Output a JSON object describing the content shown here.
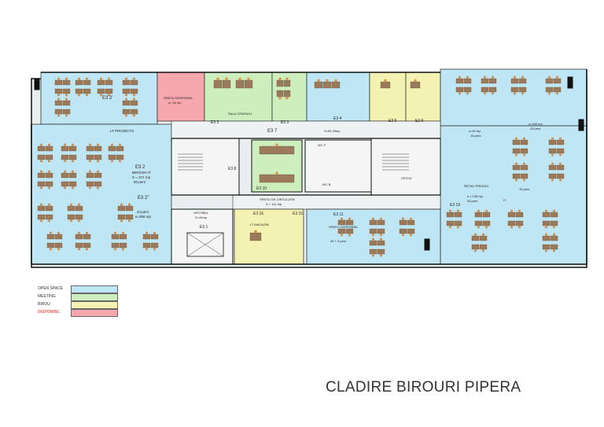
{
  "title": "CLADIRE BIROURI PIPERA",
  "colors": {
    "open_space": "#bfe6f4",
    "meeting": "#cdeebd",
    "birou": "#f4f2b2",
    "disponibil": "#f6a8ae",
    "furniture": "#9a7a5a",
    "chair": "#e38a3a",
    "wall": "#111111"
  },
  "legend": [
    {
      "label": "OPEN SPACE",
      "color_key": "open_space"
    },
    {
      "label": "MEETING",
      "color_key": "meeting"
    },
    {
      "label": "BIROU",
      "color_key": "birou"
    },
    {
      "label": "DISPONIBIL",
      "color_key": "disponibil"
    }
  ],
  "zones": {
    "e32prime": "E3 2'",
    "lt_projects": "LT PROJECTS",
    "e32": "E3 2",
    "birouri_it": "BIROURI IT",
    "e32_area": "S = 371 mp",
    "e32_pers": "60 pers",
    "e32dbl": "E3 2''",
    "e32dbl_pers": "44 pers",
    "e32dbl_area": "s=258 mp",
    "spatiu_disp": "SPATIU DISPONIBIL",
    "spatiu_disp_area": "s= 54 mp",
    "e33": "E3 3",
    "e33b": "E3 3",
    "sala_consiliu": "SALA CONSILIU",
    "e34": "E3 4",
    "e35": "E3 5",
    "e36": "E3 6",
    "e37": "E3 7",
    "e37_area": "S=52.29mp",
    "e38": "E3 8",
    "e31": "E3 1",
    "e310": "E3 10",
    "e316": "E3 16",
    "e315": "E3 15",
    "e311": "E3 11",
    "e319": "E3 19",
    "lt_magazin": "LT MAGAZIN",
    "spatiu_circ": "SPATIU DE CIRCULATIE",
    "spatiu_circ_area": "S = 114 mp",
    "wc_f": "WC F",
    "wc_b": "WC B",
    "oficiu": "OFICIU",
    "it_right": "IT",
    "right_pers": "29 pers",
    "right_area": "s=165 mp",
    "right_pers2": "15 pers",
    "right_area2": "s=40 mp",
    "retail": "RETAIL PRICING",
    "retail_area": "s = 245 mp",
    "retail_pers": "50 pers",
    "right_low_pers": "15 pers",
    "spatiu_disp2": "SPATIU DISPONIBIL",
    "spatiu_disp2_pers": "34 + 3 pers",
    "vestibul": "VESTIBUL",
    "s40": "S=40mp"
  }
}
